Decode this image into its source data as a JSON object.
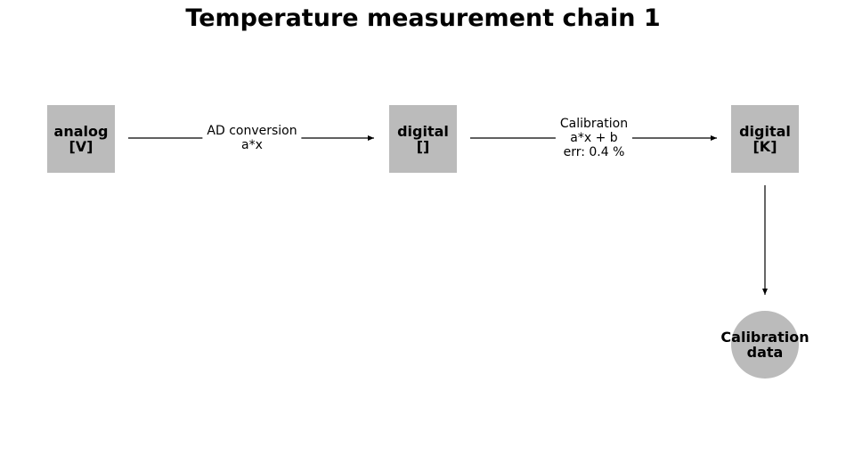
{
  "title": "Temperature measurement chain 1",
  "nodes": [
    {
      "id": "analog",
      "line1": "analog",
      "line2": "[V]",
      "shape": "box"
    },
    {
      "id": "digital-raw",
      "line1": "digital",
      "line2": "[]",
      "shape": "box"
    },
    {
      "id": "digital-k",
      "line1": "digital",
      "line2": "[K]",
      "shape": "box"
    },
    {
      "id": "calibration-data",
      "line1": "Calibration",
      "line2": "data",
      "shape": "circle"
    }
  ],
  "edges": [
    {
      "from": "analog",
      "to": "digital-raw",
      "lines": [
        "AD conversion",
        "a*x"
      ]
    },
    {
      "from": "digital-raw",
      "to": "digital-k",
      "lines": [
        "Calibration",
        "a*x + b",
        "err: 0.4 %"
      ]
    },
    {
      "from": "digital-k",
      "to": "calibration-data",
      "lines": []
    }
  ],
  "colors": {
    "node_fill": "#bbbbbb",
    "line": "#000000",
    "background": "#ffffff"
  }
}
